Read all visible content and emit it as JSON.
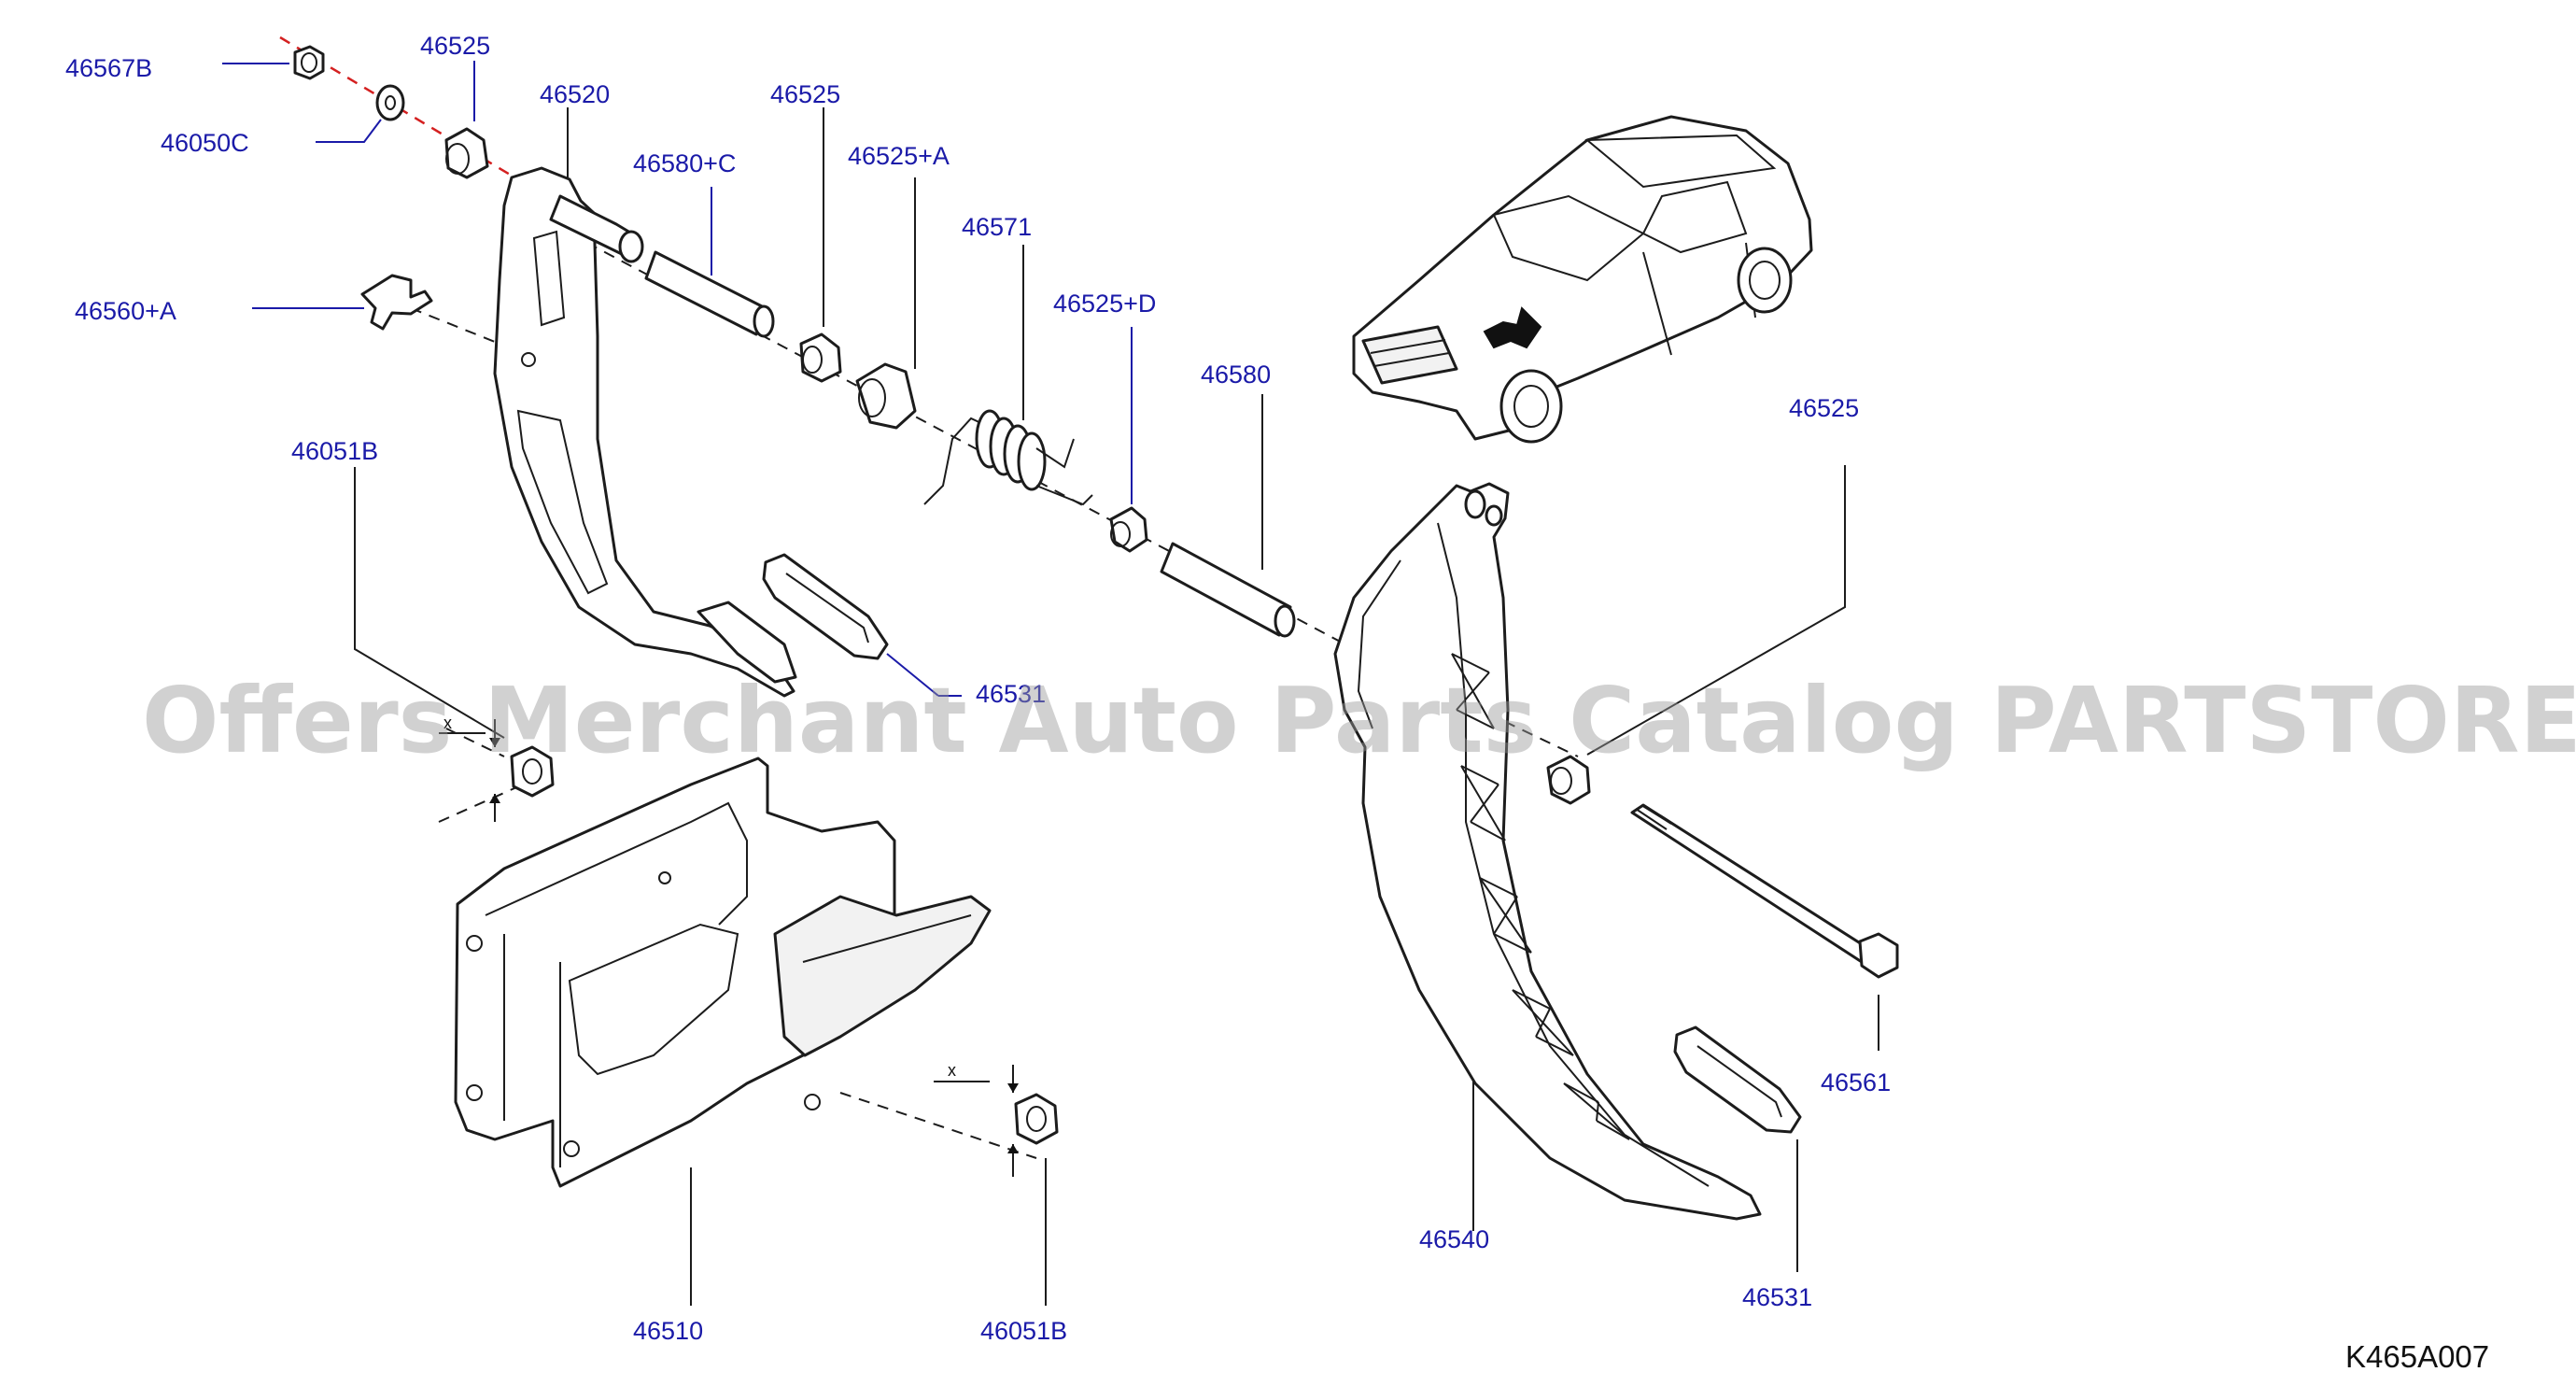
{
  "labels": {
    "l_46567B": "46567B",
    "l_46525_top": "46525",
    "l_46520": "46520",
    "l_46050C": "46050C",
    "l_46525_mid": "46525",
    "l_46580C": "46580+C",
    "l_46525A": "46525+A",
    "l_46571": "46571",
    "l_46560A": "46560+A",
    "l_46525D": "46525+D",
    "l_46580": "46580",
    "l_46525_right": "46525",
    "l_46051B_left": "46051B",
    "l_46531_top": "46531",
    "l_46561": "46561",
    "l_46540": "46540",
    "l_46531_bottom": "46531",
    "l_46510": "46510",
    "l_46051B_bottom": "46051B"
  },
  "diagram_code": "K465A007",
  "watermark": "Offers Merchant Auto Parts Catalog PARTSTORE.SA",
  "dimension_marks": {
    "x_left": "x",
    "x_bottom": "x"
  },
  "colors": {
    "label": "#1a1aa8",
    "line": "#1c1c1c",
    "center_line": "#d42020",
    "watermark": "#9a9a9a"
  }
}
